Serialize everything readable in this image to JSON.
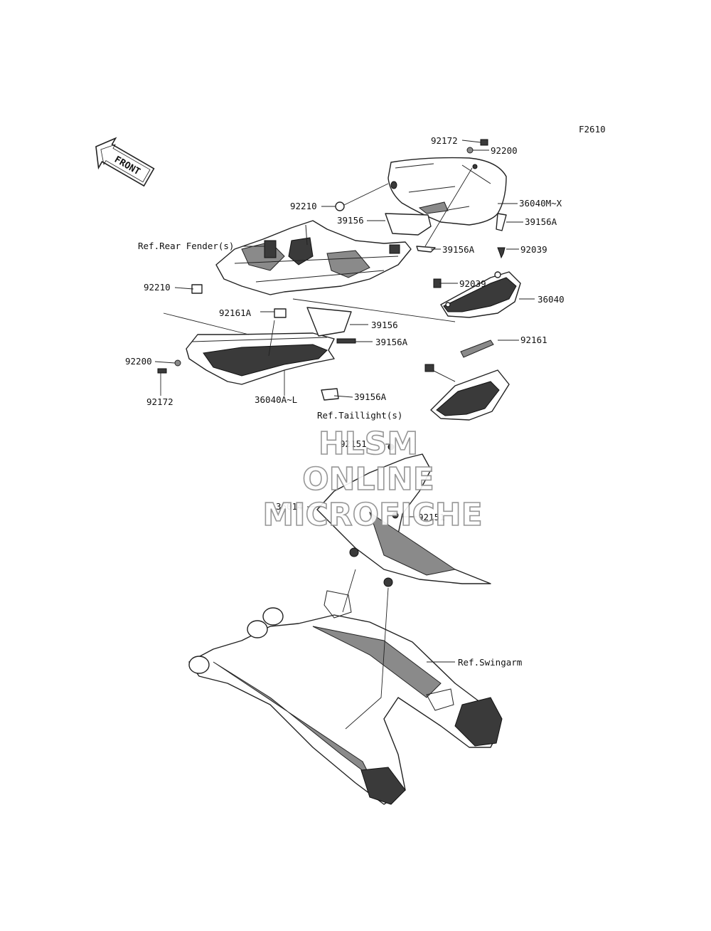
{
  "figure_code": "F2610",
  "front_arrow": "FRONT",
  "watermark": [
    "HLSM",
    "ONLINE",
    "MICROFICHE"
  ],
  "labels": {
    "p92172_top": "92172",
    "p92200_top": "92200",
    "p36040MX": "36040M~X",
    "p92210_top": "92210",
    "p39156_top": "39156",
    "p39156A_right": "39156A",
    "ref_rear_fender": "Ref.Rear Fender(s)",
    "p39156A_mid": "39156A",
    "p92039_right": "92039",
    "p92210_left": "92210",
    "p92039_mid": "92039",
    "p36040": "36040",
    "p92161A": "92161A",
    "p39156_mid": "39156",
    "p39156A_low": "39156A",
    "p92161": "92161",
    "p92200_left": "92200",
    "p92172_left": "92172",
    "p36040AL": "36040A~L",
    "p39156A_bottom": "39156A",
    "ref_taillight": "Ref.Taillight(s)",
    "p92151_top": "92151",
    "p36014": "36014",
    "p92151_mid": "92151",
    "ref_swingarm": "Ref.Swingarm"
  }
}
